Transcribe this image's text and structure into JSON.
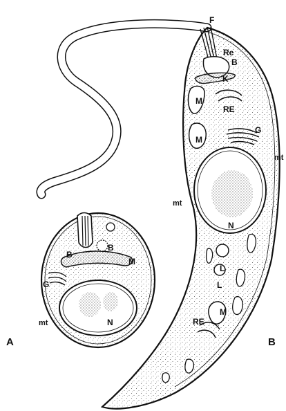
{
  "figure": {
    "panels": [
      {
        "id": "A",
        "label": "A"
      },
      {
        "id": "B",
        "label": "B"
      }
    ],
    "labels_a": {
      "basal_body_b1": "B",
      "basal_body_b2": "B",
      "mitochondrion": "M",
      "golgi": "G",
      "nucleus": "N",
      "microtubules": "mt"
    },
    "labels_b": {
      "flagellum": "F",
      "reservoir": "Re",
      "basal_body": "B",
      "kinetoplast": "K",
      "mitochondrion_1": "M",
      "endoplasmic_reticulum_1": "RE",
      "mitochondrion_2": "M",
      "golgi": "G",
      "microtubules_right": "mt",
      "microtubules_left": "mt",
      "nucleus": "N",
      "lipid_1": "L",
      "lipid_2": "L",
      "endoplasmic_reticulum_2": "RE",
      "mitochondrion_3": "M"
    },
    "colors": {
      "ink": "#111111",
      "paper": "#ffffff",
      "stipple": "#555555"
    }
  }
}
